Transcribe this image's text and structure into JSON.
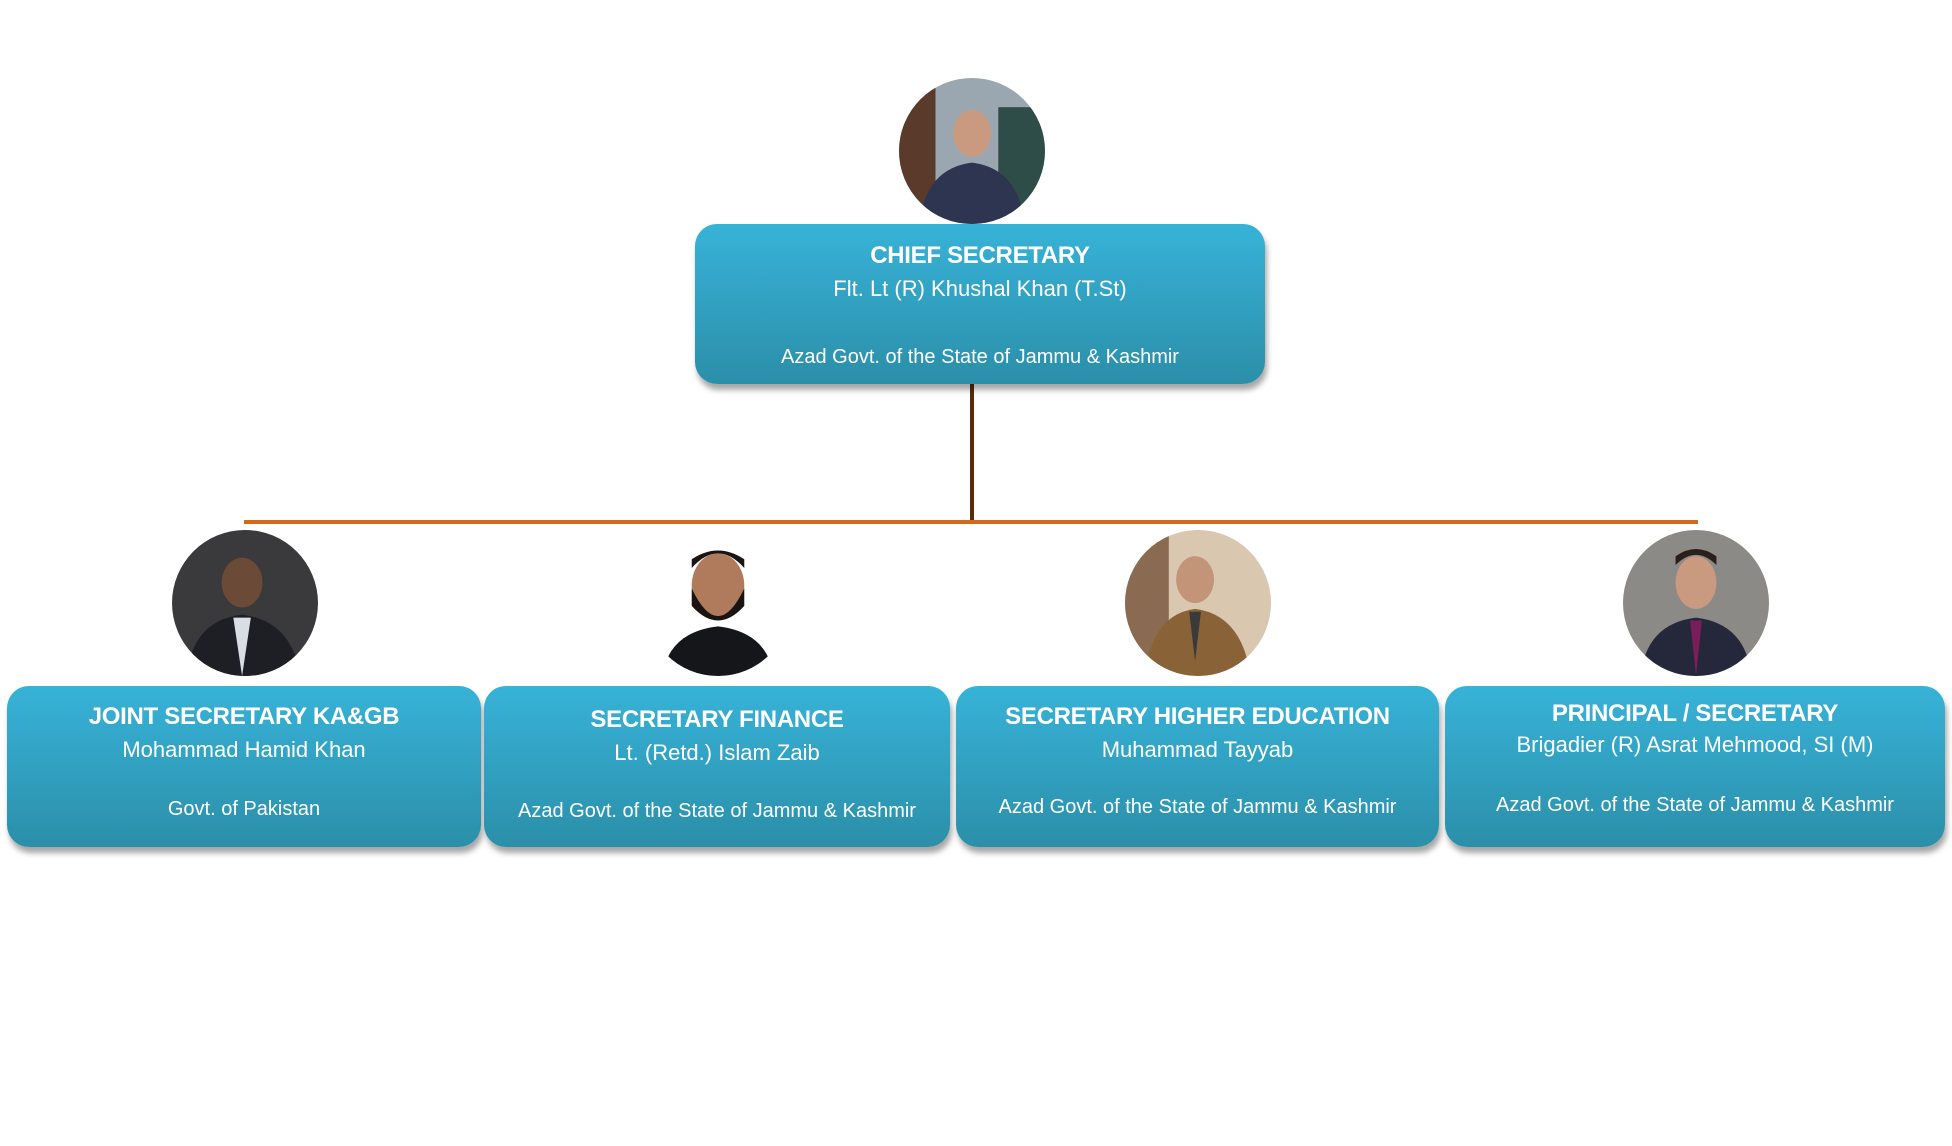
{
  "chief": {
    "title": "CHIEF SECRETARY",
    "name": "Flt. Lt (R) Khushal Khan (T.St)",
    "org": "Azad Govt. of the State of Jammu & Kashmir"
  },
  "members": [
    {
      "title": "JOINT SECRETARY KA&GB",
      "name": "Mohammad Hamid Khan",
      "org": "Govt. of Pakistan"
    },
    {
      "title": "SECRETARY FINANCE",
      "name": "Lt. (Retd.) Islam Zaib",
      "org": "Azad Govt. of the State of Jammu & Kashmir"
    },
    {
      "title": "SECRETARY HIGHER EDUCATION",
      "name": "Muhammad Tayyab",
      "org": "Azad Govt. of the State of Jammu & Kashmir"
    },
    {
      "title": "PRINCIPAL / SECRETARY",
      "name": "Brigadier (R) Asrat Mehmood, SI (M)",
      "org": "Azad Govt. of the State of Jammu & Kashmir"
    }
  ],
  "colors": {
    "box_top": "#37b3d8",
    "box_bottom": "#2b8fa9",
    "connector": "#d2691e",
    "stem": "#5a2c0c"
  }
}
